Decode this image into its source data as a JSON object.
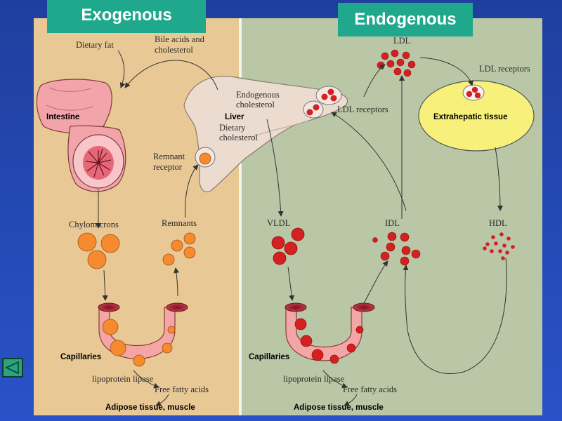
{
  "headers": {
    "exogenous": "Exogenous",
    "endogenous": "Endogenous"
  },
  "labels": {
    "dietary_fat": "Dietary fat",
    "bile_line1": "Bile acids and",
    "bile_line2": "cholesterol",
    "intestine": "Intestine",
    "liver": "Liver",
    "endo_chol_line1": "Endogenous",
    "endo_chol_line2": "cholesterol",
    "dietary_chol_line1": "Dietary",
    "dietary_chol_line2": "cholesterol",
    "remnant_rec_line1": "Remnant",
    "remnant_rec_line2": "receptor",
    "ldl_receptors_liver": "LDL receptors",
    "ldl_receptors_extra": "LDL receptors",
    "ldl": "LDL",
    "extrahepatic": "Extrahepatic tissue",
    "chylomicrons": "Chylomicrons",
    "remnants": "Remnants",
    "vldl": "VLDL",
    "idl": "IDL",
    "hdl": "HDL",
    "capillaries_left": "Capillaries",
    "capillaries_right": "Capillaries",
    "lipase_left": "lipoprotein lipase",
    "lipase_right": "lipoprotein lipase",
    "ffa_left": "Free fatty acids",
    "ffa_right": "Free fatty acids",
    "adipose_left": "Adipose tissue, muscle",
    "adipose_right": "Adipose tissue, muscle"
  },
  "colors": {
    "exo_panel": "#e8c895",
    "endo_panel": "#b9c7a6",
    "header_tab": "#1fa88c",
    "orange_particle": "#f58a2e",
    "red_particle": "#d42020",
    "vessel_pink": "#f4a6a6",
    "liver_fill": "#ecdcd0",
    "extrahepatic_fill": "#f7f07a"
  },
  "nav": {
    "icon": "back-arrow-icon"
  }
}
